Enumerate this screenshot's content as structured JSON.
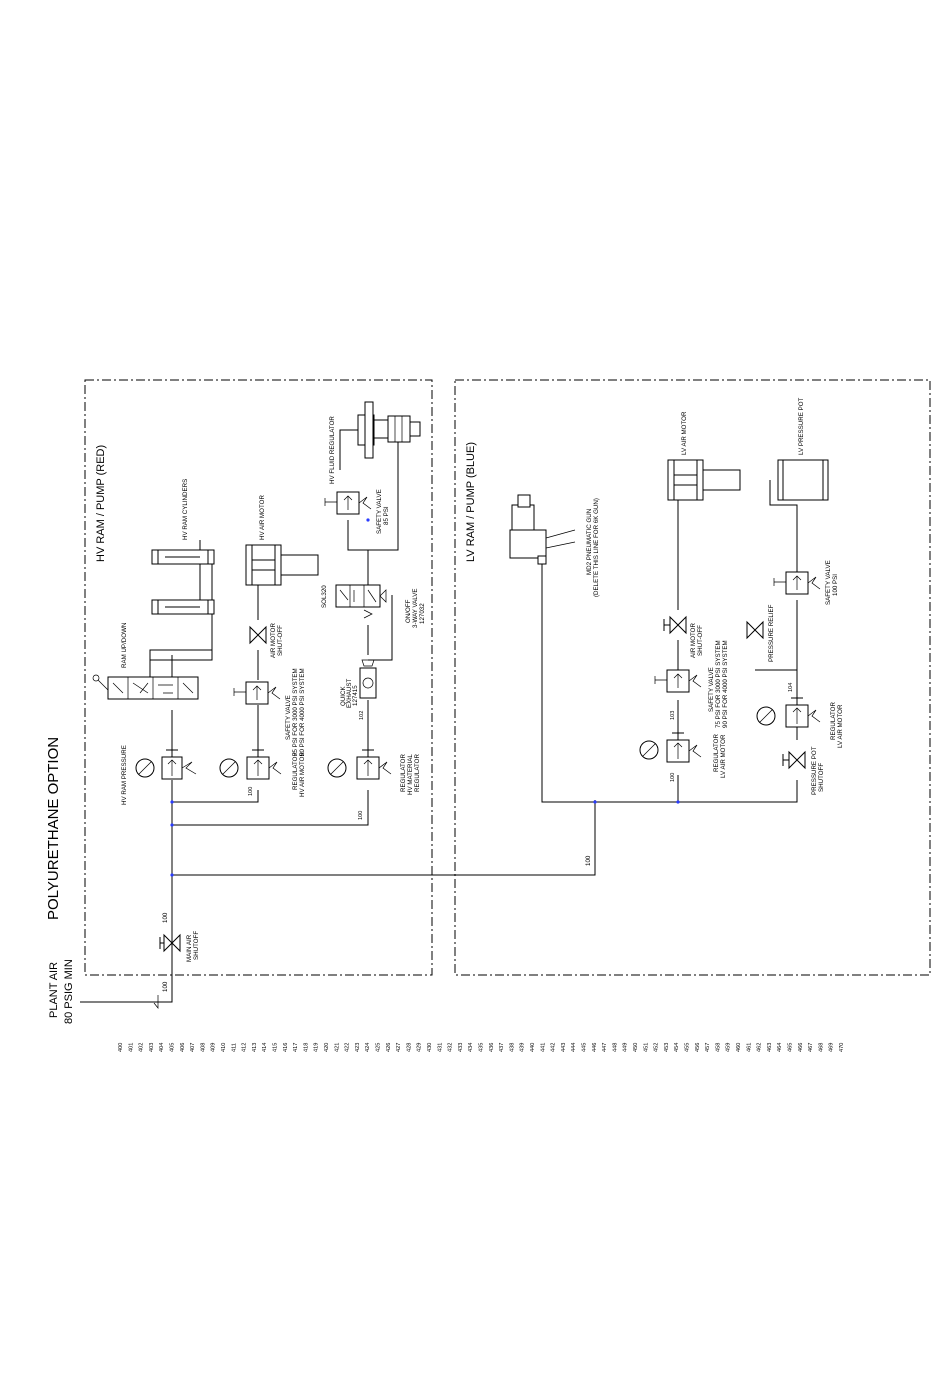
{
  "title": "POLYURETHANE OPTION",
  "plant_air": {
    "line1": "PLANT AIR",
    "line2": "80 PSIG MIN"
  },
  "hv_section": {
    "title": "HV RAM / PUMP (RED)"
  },
  "lv_section": {
    "title": "LV RAM / PUMP (BLUE)"
  },
  "labels": {
    "main_air": [
      "MAIN AIR",
      "SHUTOFF"
    ],
    "ram_pressure": "HV RAM PRESSURE",
    "ram_updown": "RAM UP/DOWN",
    "hv_cylinders": "HV RAM CYLINDERS",
    "hv_air_motor": "HV AIR MOTOR",
    "hv_air_motor_shutoff": [
      "AIR MOTOR",
      "SHUT-OFF"
    ],
    "hv_safety_valve": [
      "SAFETY VALVE",
      "75 PSI FOR 3000 PSI SYSTEM",
      "90 PSI FOR 4000 PSI SYSTEM"
    ],
    "hv_regulator": [
      "REGULATOR",
      "HV AIR MOTOR"
    ],
    "hv_material_reg": [
      "REGULATOR",
      "HV MATERIAL",
      "REGULATOR"
    ],
    "quick_exhaust": [
      "QUICK",
      "EXHAUST",
      "127415"
    ],
    "sol": "SOL320",
    "onoff_valve": [
      "ON/OFF",
      "3-WAY VALVE",
      "127032"
    ],
    "safety_85": [
      "SAFETY VALVE",
      "85 PSI"
    ],
    "hv_fluid_reg": "HV FLUID REGULATOR",
    "md2_gun": [
      "MD2 PNEUMATIC GUN",
      "(DELETE THIS LINE FOR 6K GUN)"
    ],
    "lv_air_motor": "LV AIR MOTOR",
    "lv_air_motor_shutoff": [
      "AIR MOTOR",
      "SHUT-OFF"
    ],
    "lv_safety_valve": [
      "SAFETY VALVE",
      "75 PSI FOR 3000 PSI SYSTEM",
      "90 PSI FOR 4000 PSI SYSTEM"
    ],
    "lv_regulator": [
      "REGULATOR",
      "LV AIR MOTOR"
    ],
    "pressure_relief": "PRESSURE RELIEF",
    "lv_pressure_pot": "LV PRESSURE POT",
    "safety_100": [
      "SAFETY VALVE",
      "100 PSI"
    ],
    "pot_reg": [
      "REGULATOR",
      "LV AIR MOTOR"
    ],
    "pot_shutoff": [
      "PRESSURE POT",
      "SHUTOFF"
    ]
  },
  "line_numbers": {
    "inlet": "100",
    "main": "100",
    "hv1": "100",
    "hv2": "100",
    "lv_branch": "100",
    "quick_exhaust": "102",
    "lv_reg": "100",
    "lv_safety": "103",
    "pot": "104"
  },
  "ruler_start": 400,
  "ruler_end": 470
}
